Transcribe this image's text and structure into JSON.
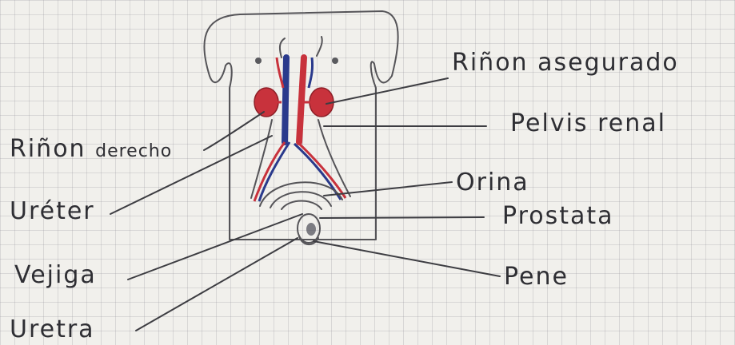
{
  "labels": {
    "rinon_asegurado": "Riñon asegurado",
    "pelvis_renal": "Pelvis renal",
    "rinon_derecho": "Riñon",
    "rinon_derecho_suffix": "derecho",
    "orina": "Orina",
    "prostata": "Prostata",
    "ureter": "Uréter",
    "vejiga": "Vejiga",
    "pene": "Pene",
    "uretra": "Uretra"
  },
  "colors": {
    "ink": "#2e2e33",
    "pencil": "#555458",
    "kidney_red": "#c8323c",
    "vessel_blue": "#2a3a8c",
    "paper": "#f1f0ec"
  }
}
